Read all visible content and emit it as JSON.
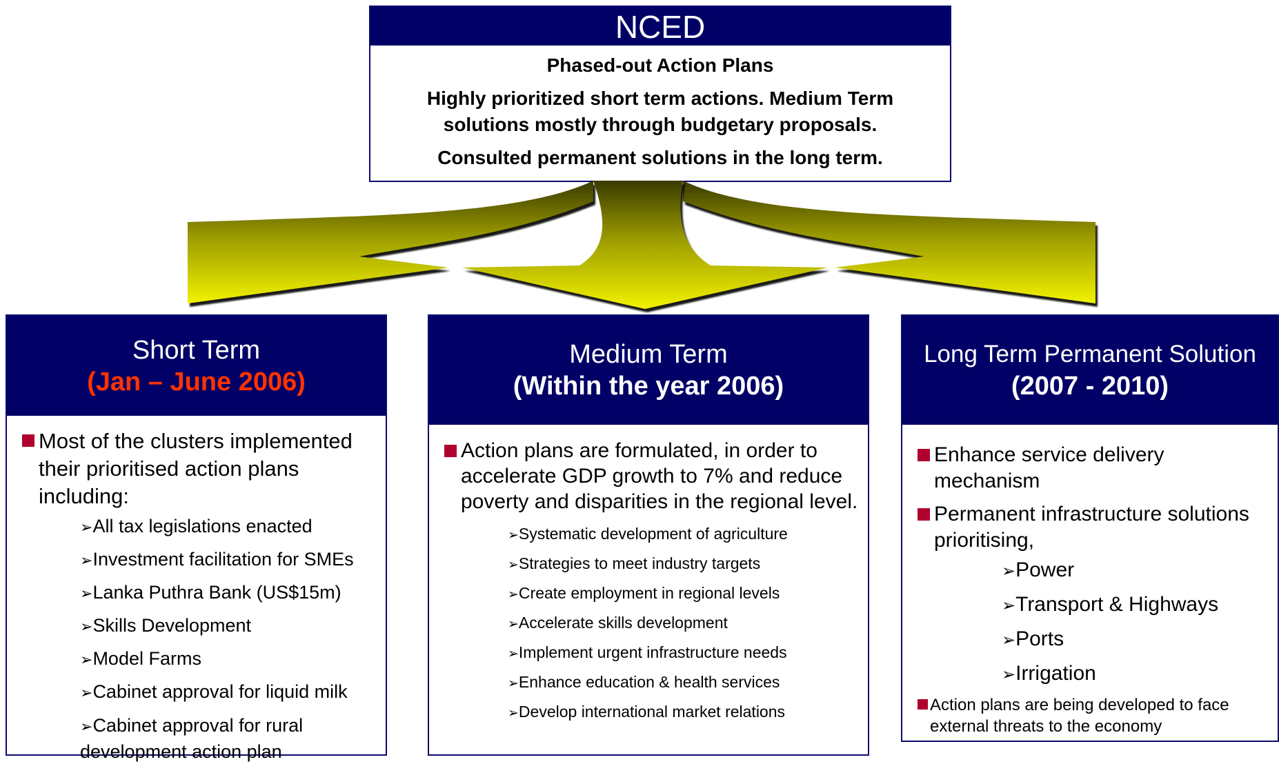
{
  "nced": {
    "title": "NCED",
    "lines": [
      "Phased-out Action Plans",
      "Highly prioritized short term actions. Medium Term solutions mostly through budgetary proposals.",
      "Consulted permanent solutions in the long term."
    ]
  },
  "short_term": {
    "title": "Short Term",
    "period": "(Jan – June 2006)",
    "bullet": "Most of the clusters implemented their prioritised action plans including:",
    "items": [
      "All tax legislations enacted",
      "Investment facilitation for SMEs",
      "Lanka Puthra Bank (US$15m)",
      "Skills Development",
      "Model Farms",
      "Cabinet approval for liquid milk",
      "Cabinet approval for rural development action plan"
    ]
  },
  "medium_term": {
    "title": "Medium Term",
    "period": "(Within the year 2006)",
    "bullet": "Action plans are formulated, in order to accelerate GDP growth to 7% and reduce poverty and disparities in the regional level.",
    "items": [
      "Systematic development of agriculture",
      "Strategies to meet industry targets",
      "Create employment in regional levels",
      "Accelerate skills development",
      "Implement urgent infrastructure needs",
      "Enhance education & health services",
      "Develop international market relations"
    ]
  },
  "long_term": {
    "title": "Long Term Permanent Solution",
    "period": "(2007 - 2010)",
    "bullets": [
      "Enhance service delivery mechanism",
      "Permanent infrastructure solutions prioritising,"
    ],
    "items": [
      "Power",
      "Transport & Highways",
      "Ports",
      "Irrigation"
    ],
    "footer_bullet": "Action plans are being developed to face external threats to the economy"
  },
  "colors": {
    "header_bg": "#000066",
    "bullet": "#b0002e",
    "highlight": "#ff3300",
    "arrow_light": "#e8e800",
    "arrow_dark": "#3a3a00"
  }
}
